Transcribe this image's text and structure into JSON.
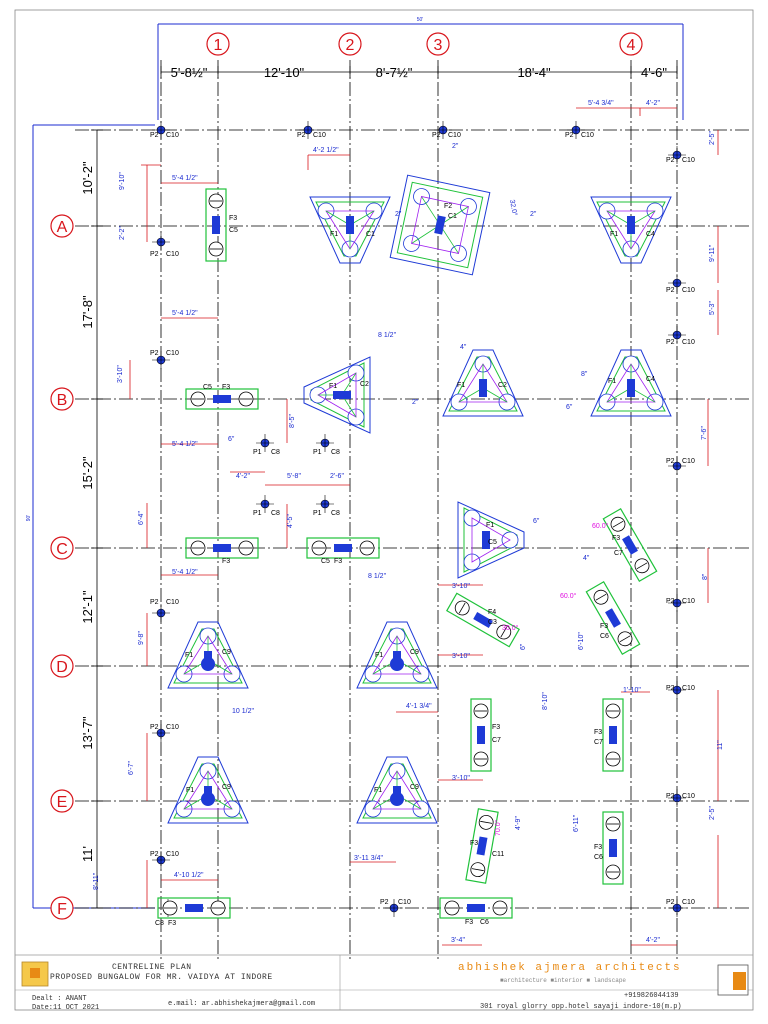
{
  "sheet": {
    "overall_top_dim": "50'",
    "overall_left_dim": "90'"
  },
  "grid": {
    "columns": [
      "1",
      "2",
      "3",
      "4"
    ],
    "rows": [
      "A",
      "B",
      "C",
      "D",
      "E",
      "F"
    ],
    "top_dims": [
      "5'-8½\"",
      "12'-10\"",
      "8'-7½\"",
      "18'-4\"",
      "4'-6\""
    ],
    "left_dims": [
      "10'-2\"",
      "17'-8\"",
      "15'-2\"",
      "12'-1\"",
      "13'-7\"",
      "11'"
    ]
  },
  "labels": {
    "p2": "P2",
    "c10": "C10",
    "p1": "P1",
    "c8": "C8",
    "f1": "F1",
    "f2": "F2",
    "f3": "F3",
    "f4": "F4",
    "c1": "C1",
    "c2": "C2",
    "c3": "C3",
    "c4": "C4",
    "c5": "C5",
    "c6": "C6",
    "c7": "C7",
    "c9": "C9",
    "c11": "C11"
  },
  "annotations": {
    "d1": "5'-4 3/4\"",
    "d2": "4'-2\"",
    "d3": "4'-2 1/2\"",
    "d4": "2\"",
    "d5": "2'-5\"",
    "d6": "5'-4 1/2\"",
    "d7": "9'-10\"",
    "d8": "2'-2\"",
    "d9": "2\"",
    "d10": "2\"",
    "d11": "32.0°",
    "d12": "9'-11\"",
    "d13": "5'-3\"",
    "d14": "8 1/2\"",
    "d15": "3'-10\"",
    "d16": "4\"",
    "d17": "8\"",
    "d18": "2\"",
    "d19": "6\"",
    "d20": "6\"",
    "d21": "8'-5\"",
    "d22": "7'-6\"",
    "d23": "4'-2\"",
    "d24": "5'-8\"",
    "d25": "2'-6\"",
    "d26": "6'-4\"",
    "d27": "4'-5\"",
    "d28": "6\"",
    "d29": "60.0°",
    "d30": "4\"",
    "d31": "8\"",
    "d32": "8 1/2\"",
    "d33": "3'-10\"",
    "d34": "60.0°",
    "d35": "30.0°",
    "d36": "6'-10\"",
    "d37": "9'-8\"",
    "d38": "10 1/2\"",
    "d39": "4'-1 3/4\"",
    "d40": "8'-10\"",
    "d41": "1'-10\"",
    "d42": "11\"",
    "d43": "3'-10\"",
    "d44": "6'-7\"",
    "d45": "6'-11\"",
    "d46": "70.0°",
    "d47": "4'-9\"",
    "d48": "3'-11 3/4\"",
    "d49": "8'-11\"",
    "d50": "4'-10 1/2\"",
    "d51": "3'-4\"",
    "d52": "4'-2\"",
    "d53": "6\"",
    "d54": "5'-4 1/2\"",
    "d55": "5'-4 1/2\""
  },
  "titleblock": {
    "drawing_title": "CENTRELINE PLAN",
    "project": "PROPOSED  BUNGALOW FOR MR. VAIDYA AT INDORE",
    "dealt": "Dealt : ANANT",
    "date": "Date:11 OCT 2021",
    "email": "e.mail: ar.abhishekajmera@gmail.com",
    "firm": "abhishek ajmera architects",
    "services": "■architecture   ■interior  ■ landscape",
    "phone": "+919826044139",
    "address": "301 royal glorry opp.hotel sayaji indore-10(m.p)"
  },
  "colors": {
    "grid_line": "#000000",
    "bubble": "#d8161c",
    "dim_red": "#d8161c",
    "dim_blue": "#1b2bd0",
    "footing_green": "#1fc23a",
    "pile_blue": "#1e3ad6",
    "angle_magenta": "#e010e0",
    "firm_orange": "#e88a14"
  }
}
